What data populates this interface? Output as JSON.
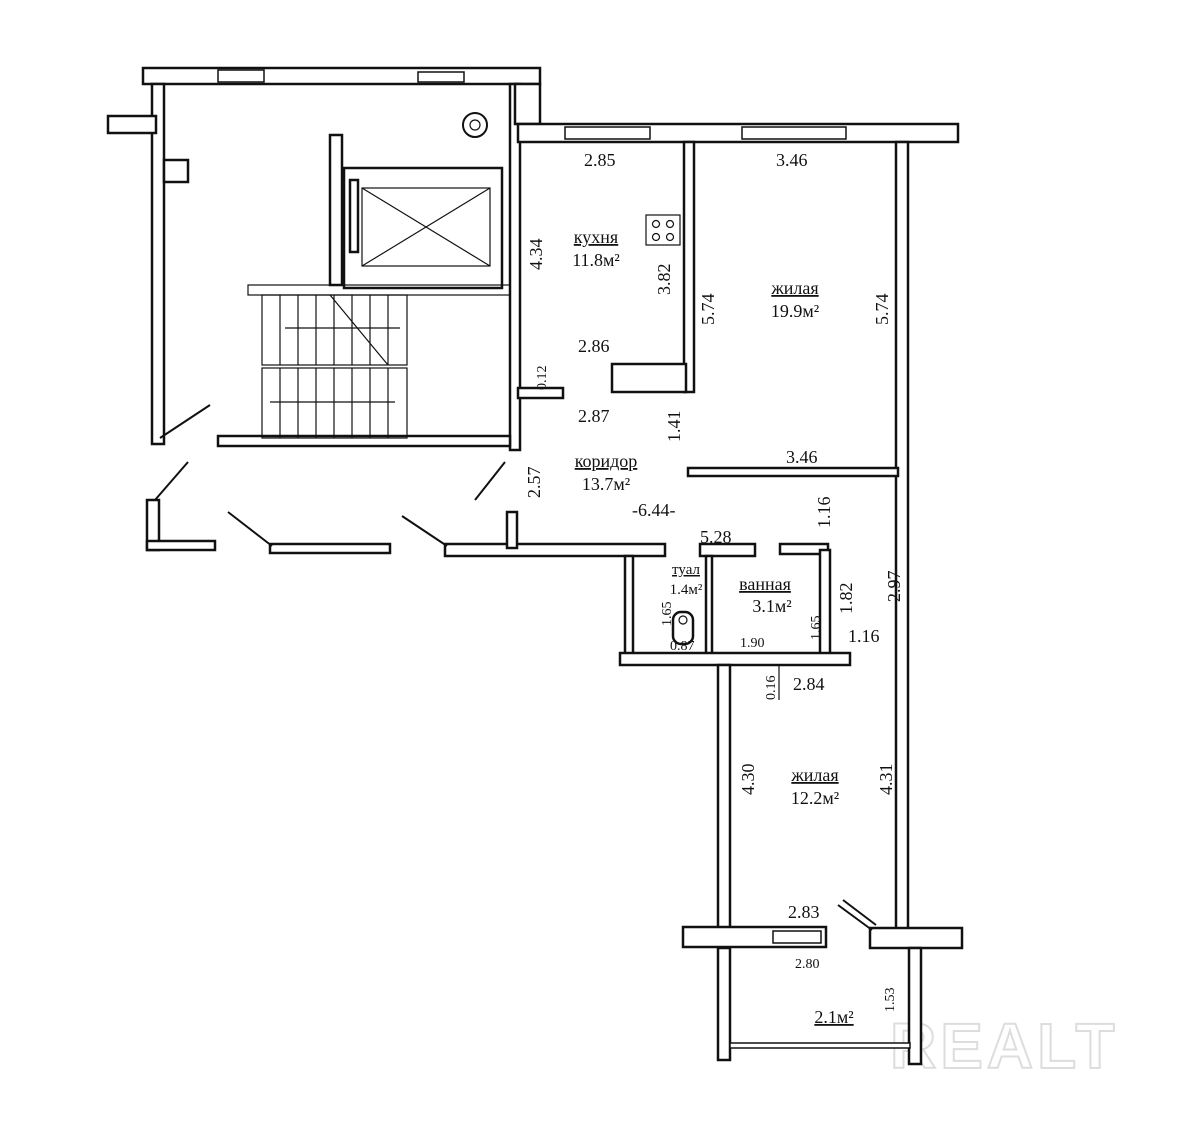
{
  "rooms": {
    "kitchen": {
      "name": "кухня",
      "area": "11.8м²"
    },
    "living1": {
      "name": "жилая",
      "area": "19.9м²"
    },
    "corridor": {
      "name": "коридор",
      "area": "13.7м²"
    },
    "toilet": {
      "name": "туал",
      "area": "1.4м²"
    },
    "bath": {
      "name": "ванная",
      "area": "3.1м²"
    },
    "living2": {
      "name": "жилая",
      "area": "12.2м²"
    },
    "balcony": {
      "area": "2.1м²"
    }
  },
  "dimensions": {
    "kitchen_width": "2.85",
    "living1_width": "3.46",
    "kitchen_depth": "4.34",
    "kitchen_inner": "3.82",
    "living1_left": "5.74",
    "living1_right": "5.74",
    "kitchen_bottom": "2.86",
    "wall_012": "0.12",
    "corridor_top": "2.87",
    "corridor_141": "1.41",
    "living1_bottom": "3.46",
    "corridor_left": "2.57",
    "corridor_len": "-6.44-",
    "corridor_116": "1.16",
    "corridor_528": "5.28",
    "right_297": "2.97",
    "toilet_h": "1.65",
    "toilet_w": "0.87",
    "bath_w": "1.90",
    "bath_h": "1.65",
    "bath_182": "1.82",
    "right_116": "1.16",
    "wall_016": "0.16",
    "living2_width": "2.84",
    "living2_left": "4.30",
    "living2_right": "4.31",
    "living2_bottom": "2.83",
    "balcony_width": "2.80",
    "balcony_depth": "1.53"
  },
  "watermark": "REALT"
}
